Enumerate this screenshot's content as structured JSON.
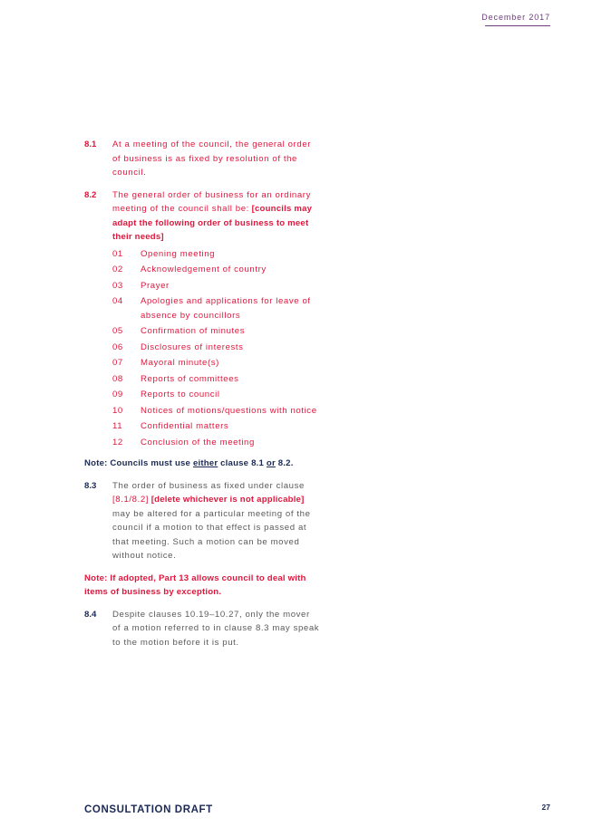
{
  "header": {
    "date": "December 2017"
  },
  "clause_8_1": {
    "number": "8.1",
    "text": "At a meeting of the council, the general order of business is as fixed by resolution of the council."
  },
  "clause_8_2": {
    "number": "8.2",
    "text": "The general order of business for an ordinary meeting of the council shall be:",
    "bracket": "[councils may adapt the following order of business to meet their needs]",
    "items": [
      {
        "num": "01",
        "text": "Opening meeting"
      },
      {
        "num": "02",
        "text": "Acknowledgement of country"
      },
      {
        "num": "03",
        "text": "Prayer"
      },
      {
        "num": "04",
        "text": "Apologies and applications for leave of absence by councillors"
      },
      {
        "num": "05",
        "text": "Confirmation of minutes"
      },
      {
        "num": "06",
        "text": "Disclosures of interests"
      },
      {
        "num": "07",
        "text": "Mayoral minute(s)"
      },
      {
        "num": "08",
        "text": "Reports of committees"
      },
      {
        "num": "09",
        "text": "Reports to council"
      },
      {
        "num": "10",
        "text": "Notices of motions/questions with notice"
      },
      {
        "num": "11",
        "text": "Confidential matters"
      },
      {
        "num": "12",
        "text": "Conclusion of the meeting"
      }
    ]
  },
  "note_1": {
    "prefix": "Note: Councils must use ",
    "either": "either",
    "mid1": " clause 8.1 ",
    "or": "or",
    "mid2": " 8.2."
  },
  "clause_8_3": {
    "number": "8.3",
    "text1": "The order of business as fixed under clause ",
    "ref": "[8.1/8.2]",
    "bracket": "[delete whichever is not applicable]",
    "text2": " may be altered for a particular meeting of the council if a motion to that effect is passed at that meeting. Such a motion can be moved without notice."
  },
  "note_2": {
    "text": "Note: If adopted, Part 13 allows council to deal with items of business by exception."
  },
  "clause_8_4": {
    "number": "8.4",
    "text": "Despite clauses 10.19–10.27, only the mover of a motion referred to in clause 8.3 may speak to the motion before it is put."
  },
  "footer": {
    "title": "CONSULTATION DRAFT",
    "page": "27"
  },
  "colors": {
    "red": "#e0173d",
    "navy": "#1b2a55",
    "purple": "#6d3a7e"
  }
}
